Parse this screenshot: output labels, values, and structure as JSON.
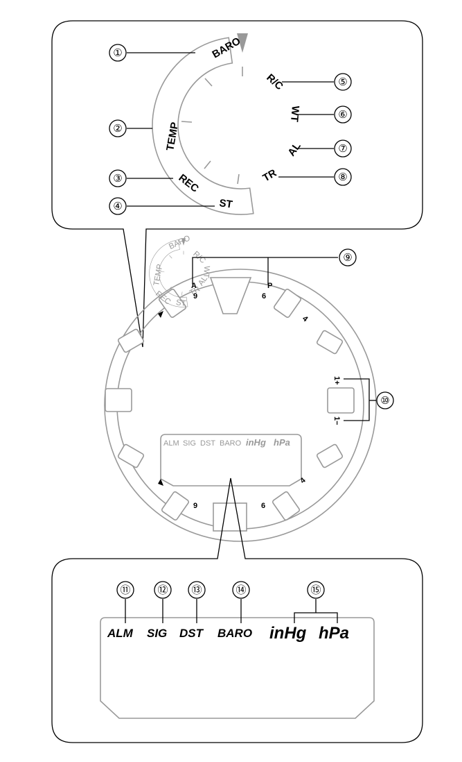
{
  "callouts": {
    "1": "①",
    "2": "②",
    "3": "③",
    "4": "④",
    "5": "⑤",
    "6": "⑥",
    "7": "⑦",
    "8": "⑧",
    "9": "⑨",
    "10": "⑩",
    "11": "⑪",
    "12": "⑫",
    "13": "⑬",
    "14": "⑭",
    "15": "⑮"
  },
  "bezel_labels": {
    "baro": "BARO",
    "temp": "TEMP",
    "rec": "REC",
    "st": "ST"
  },
  "mode_labels": {
    "rc": "R/C",
    "wt": "WT",
    "al": "AL",
    "tr": "TR"
  },
  "dial": {
    "a": "A",
    "p": "P",
    "top_left": "9",
    "top_right": "6",
    "right_upper": "4",
    "plus": "1+",
    "minus": "1−",
    "bottom_right": "4",
    "bottom_left": "9",
    "bottom_mid": "6"
  },
  "lcd": {
    "alm": "ALM",
    "sig": "SIG",
    "dst": "DST",
    "baro": "BARO",
    "inhg": "inHg",
    "hpa": "hPa"
  }
}
